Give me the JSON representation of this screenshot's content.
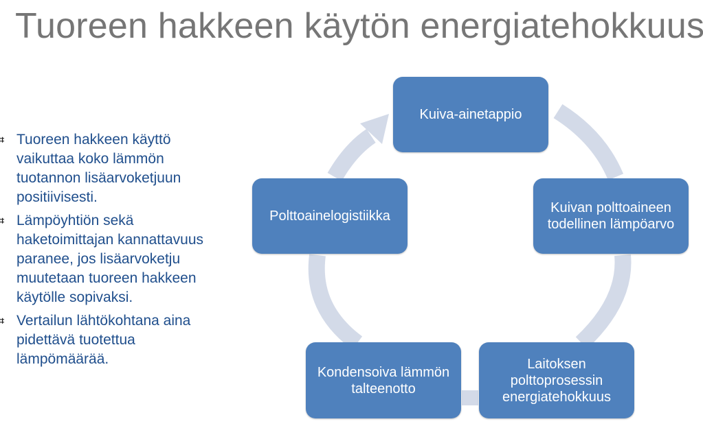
{
  "slide": {
    "title": "Tuoreen hakkeen käytön energiatehokkuus"
  },
  "bullets": [
    "Tuoreen hakkeen käyttö vaikuttaa koko lämmön tuotannon lisäarvoketjuun positiivisesti.",
    "Lämpöyhtiön sekä haketoimittajan kannattavuus paranee, jos lisäarvoketju muutetaan tuoreen hakkeen käytölle sopivaksi.",
    "Vertailun lähtökohtana aina pidettävä tuotettua lämpömäärää."
  ],
  "cycle": {
    "nodes": [
      "Kuiva-ainetappio",
      "Kuivan polttoaineen todellinen lämpöarvo",
      "Laitoksen polttoprosessin energiatehokkuus",
      "Kondensoiva lämmön talteenotto",
      "Polttoainelogistiikka"
    ]
  },
  "colors": {
    "title": "#767676",
    "bullet_text": "#1f4e8c",
    "node_fill": "#4f81bd",
    "arrow_fill": "#d3dae8"
  }
}
